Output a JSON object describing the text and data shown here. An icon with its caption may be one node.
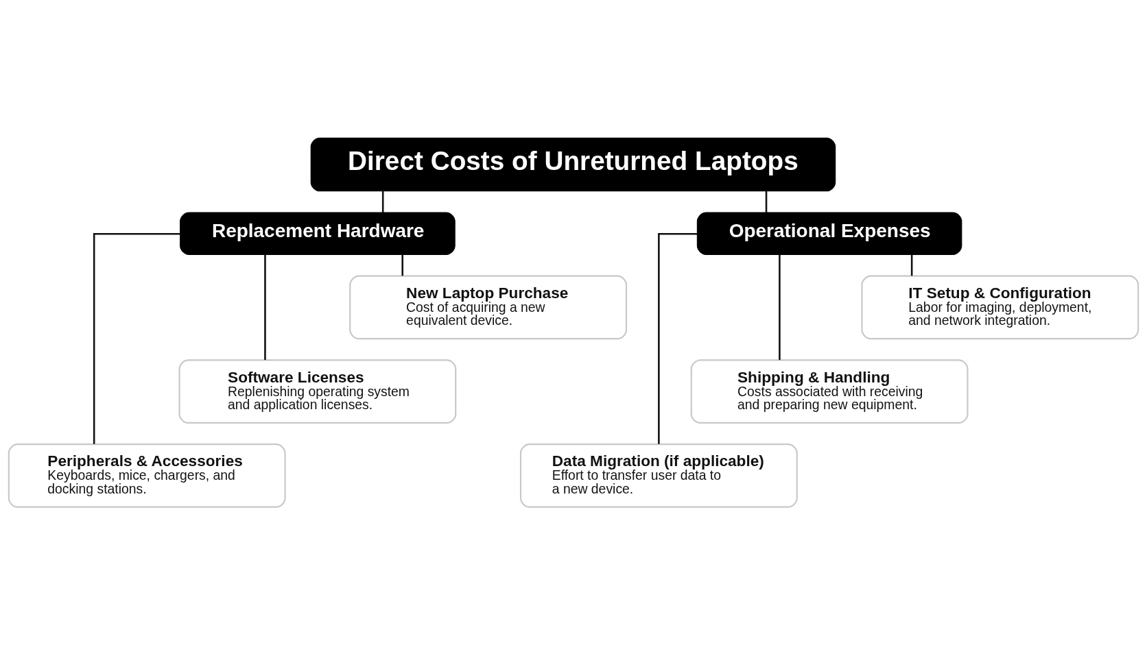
{
  "diagram": {
    "nodes": [
      {
        "text": [
          "Direct Costs of Unreturned Laptops"
        ]
      },
      {
        "text": [
          "Replacement Hardware"
        ]
      },
      {
        "text": [
          "New Laptop Purchase",
          "Cost of acquiring a new equivalent device."
        ]
      },
      {
        "text": [
          "Software Licenses",
          "Replenishing operating system and application licenses."
        ]
      },
      {
        "text": [
          "Peripherals & Accessories",
          "Keyboards, mice, chargers, and docking stations."
        ]
      },
      {
        "text": [
          "Operational Expenses"
        ]
      },
      {
        "text": [
          "IT Setup & Configuration",
          "Labor for imaging, deployment, and network integration."
        ]
      },
      {
        "text": [
          "Shipping & Handling",
          "Costs associated with receiving and preparing new equipment."
        ]
      },
      {
        "text": [
          "Data Migration (if applicable)",
          "Effort to transfer user data to a new device."
        ]
      }
    ],
    "edges": [
      {
        "from": 0,
        "to": 1,
        "arrow": "none"
      },
      {
        "from": 0,
        "to": 5,
        "arrow": "none"
      },
      {
        "from": 1,
        "to": 4,
        "arrow": "none"
      },
      {
        "from": 1,
        "to": 3,
        "arrow": "none"
      },
      {
        "from": 1,
        "to": 2,
        "arrow": "none"
      },
      {
        "from": 5,
        "to": 8,
        "arrow": "none"
      },
      {
        "from": 5,
        "to": 7,
        "arrow": "none"
      },
      {
        "from": 5,
        "to": 6,
        "arrow": "none"
      }
    ]
  }
}
